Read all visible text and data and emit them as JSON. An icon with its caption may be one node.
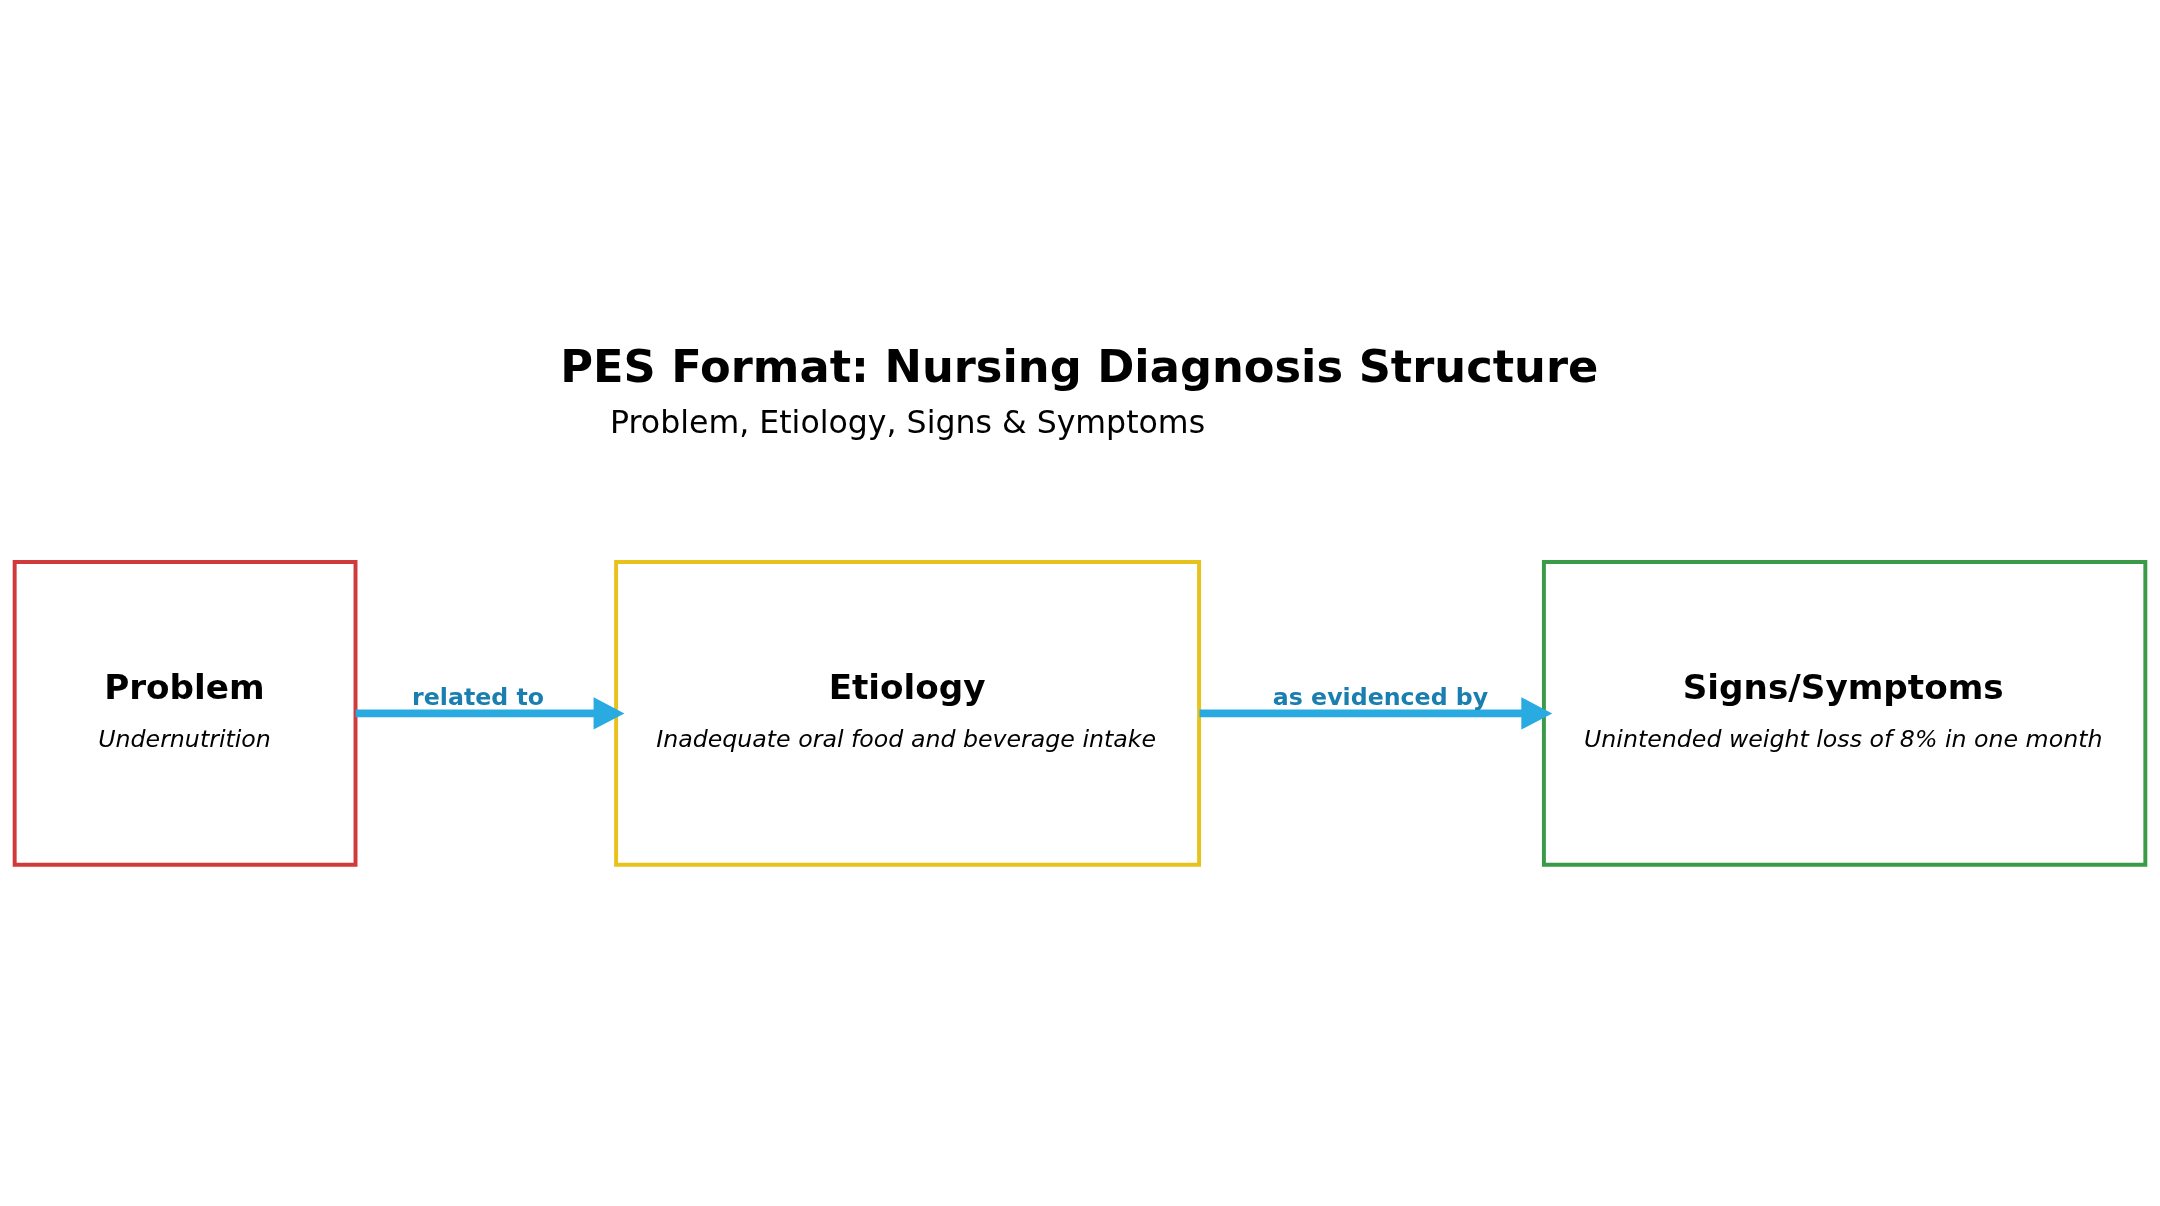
{
  "diagram": {
    "title": "PES Format: Nursing Diagnosis Structure",
    "nodes": [
      {
        "text": [
          "Problem",
          "Undernutrition"
        ]
      },
      {
        "text": [
          "Etiology",
          "Inadequate oral food and beverage intake"
        ]
      },
      {
        "text": [
          "Signs/Symptoms",
          "Unintended weight loss of 8% in one month"
        ]
      }
    ],
    "edges": [
      {
        "from": 0,
        "to": 1,
        "arrow": "to",
        "label": "related to"
      },
      {
        "from": 1,
        "to": 2,
        "arrow": "to",
        "label": "as evidenced by"
      }
    ],
    "labels": [
      "Problem, Etiology, Signs & Symptoms"
    ]
  }
}
